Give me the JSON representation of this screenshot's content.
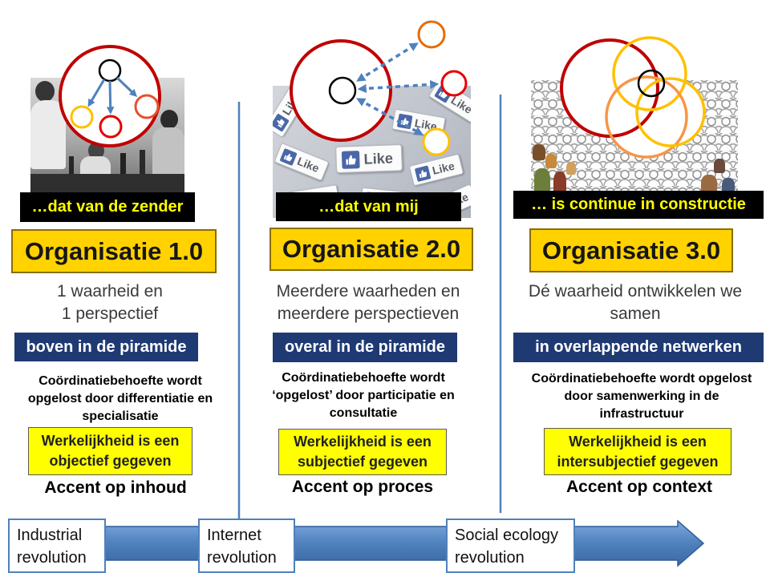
{
  "columns": [
    {
      "tagline": "…dat van de zender",
      "title": "Organisatie 1.0",
      "truth": [
        "1 waarheid en",
        "1 perspectief"
      ],
      "position": "boven in de piramide",
      "coordination": [
        "Coördinatiebehoefte wordt",
        "opgelost door differentiatie en",
        "specialisatie"
      ],
      "reality": [
        "Werkelijkheid is een",
        "objectief gegeven"
      ],
      "accent": "Accent op inhoud"
    },
    {
      "tagline": "…dat van mij",
      "title": "Organisatie 2.0",
      "truth": [
        "Meerdere waarheden en",
        "meerdere perspectieven"
      ],
      "position": "overal in de piramide",
      "coordination": [
        "Coördinatiebehoefte wordt",
        "‘opgelost’ door participatie en",
        "consultatie"
      ],
      "reality": [
        "Werkelijkheid is een",
        "subjectief gegeven"
      ],
      "accent": "Accent op proces"
    },
    {
      "tagline": "… is continue in constructie",
      "title": "Organisatie 3.0",
      "truth": [
        "Dé waarheid ontwikkelen we",
        "samen"
      ],
      "position": "in overlappende netwerken",
      "coordination": [
        "Coördinatiebehoefte wordt opgelost",
        "door samenwerking in de",
        "infrastructuur"
      ],
      "reality": [
        "Werkelijkheid is een",
        "intersubjectief gegeven"
      ],
      "accent": "Accent op context"
    }
  ],
  "timeline": [
    {
      "lines": [
        "Industrial",
        "revolution"
      ]
    },
    {
      "lines": [
        "Internet",
        "revolution"
      ]
    },
    {
      "lines": [
        "Social ecology",
        "revolution"
      ]
    }
  ],
  "photos": {
    "like_label": "Like"
  },
  "icons": {
    "like_tile": "thumbs-up-icon"
  },
  "colors": {
    "title_box": "#ffd200",
    "reality_box": "#ffff00",
    "position_box": "#1f3a73",
    "tagline_box": "#000000",
    "tagline_text": "#ffff00",
    "circle_red": "#c00000",
    "circle_small_red": "#e60000",
    "circle_yellow": "#ffc000",
    "circle_orange": "#f79646",
    "circle_black": "#000000",
    "accent_blue": "#4f81bd"
  }
}
